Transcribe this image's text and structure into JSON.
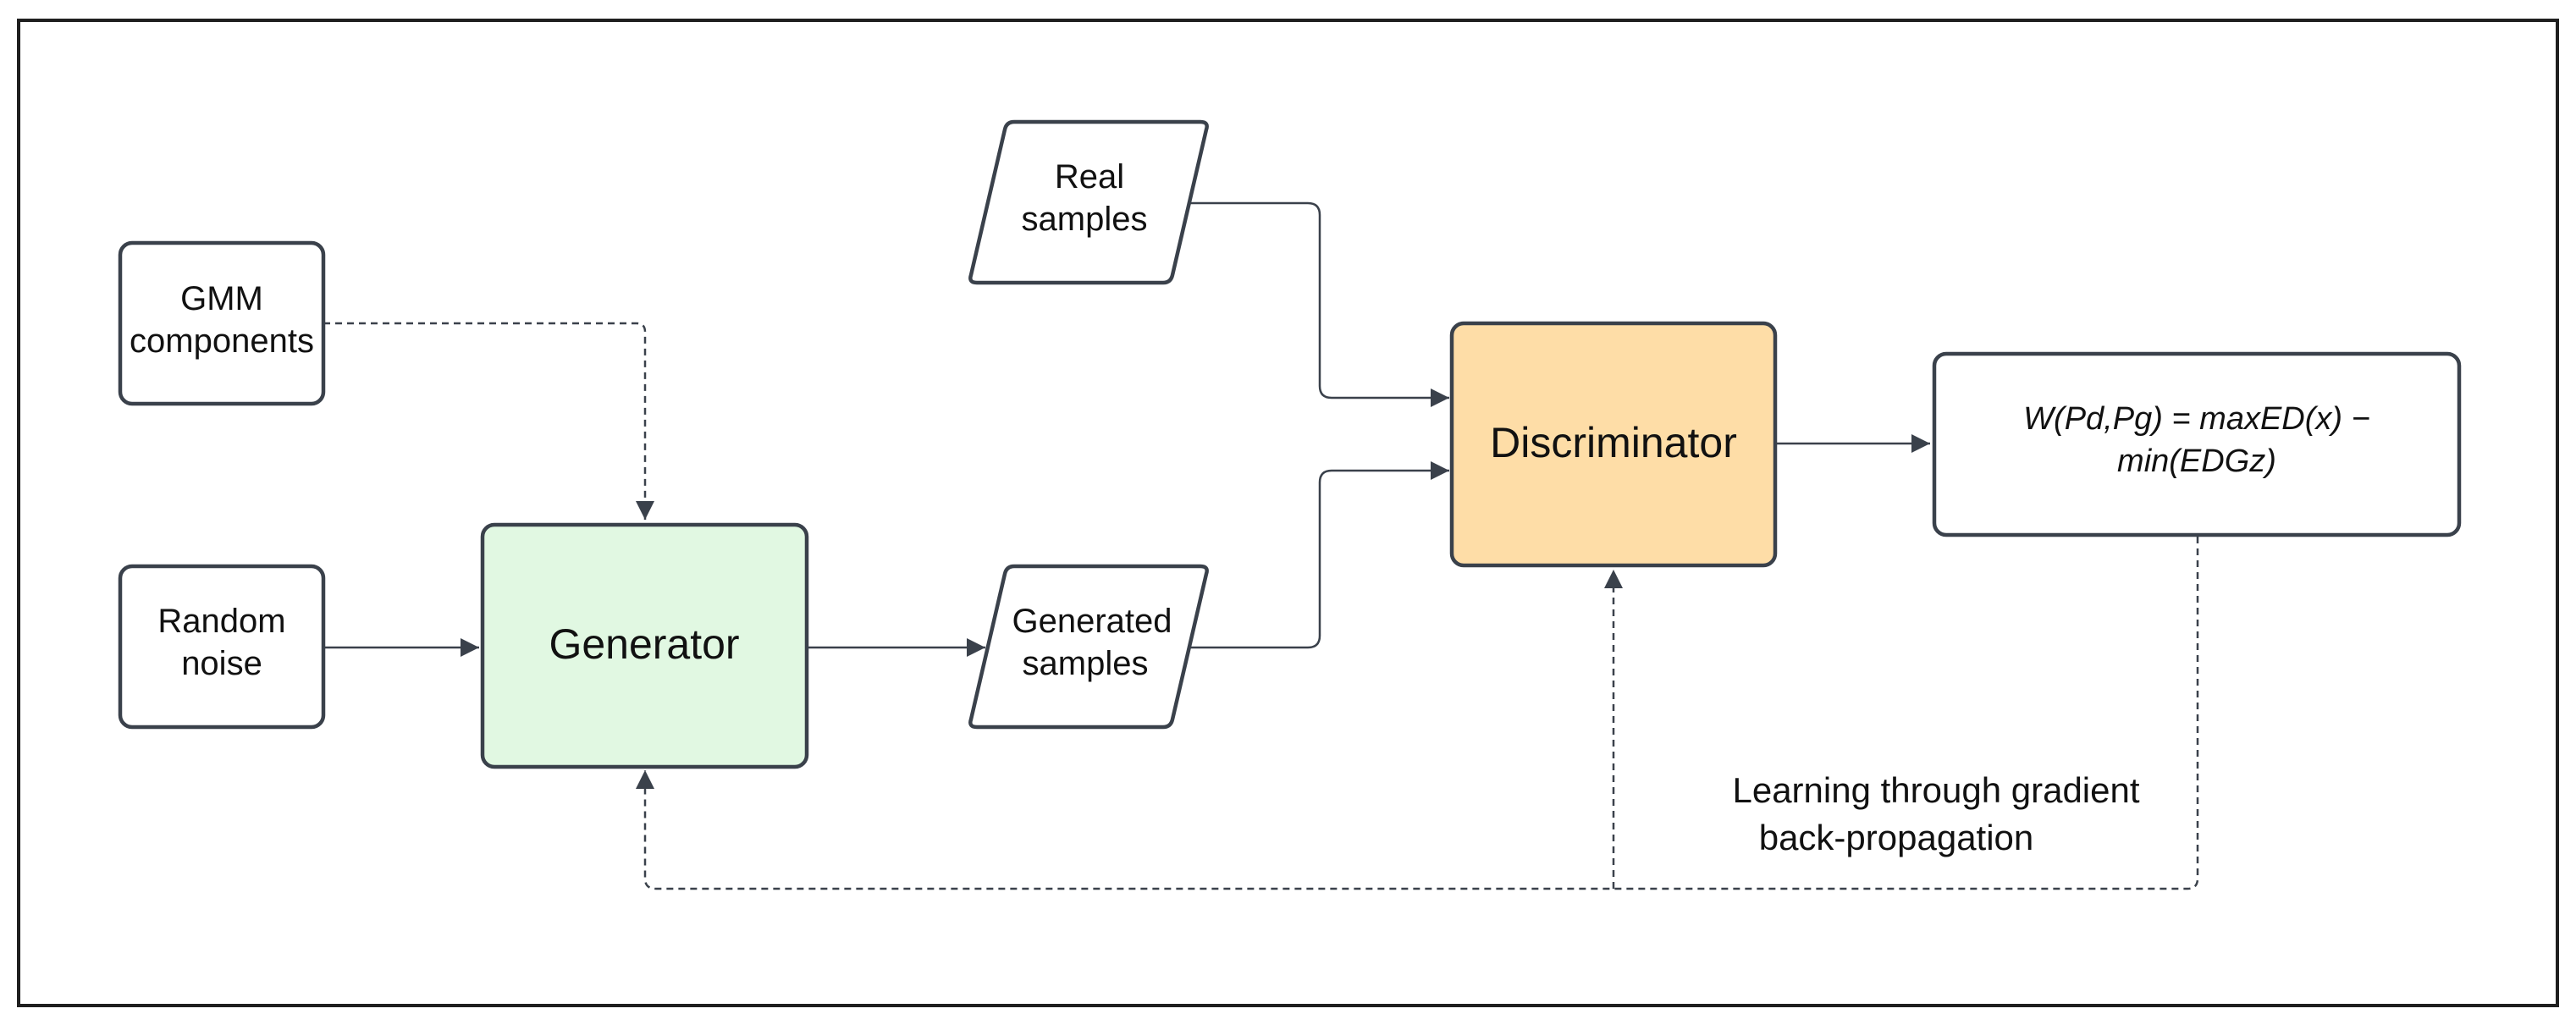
{
  "nodes": {
    "gmm": {
      "lines": [
        "GMM",
        "components"
      ]
    },
    "noise": {
      "lines": [
        "Random",
        "noise"
      ]
    },
    "generator": {
      "label": "Generator",
      "fill": "#e1f8e2"
    },
    "real": {
      "lines": [
        "Real",
        "samples"
      ]
    },
    "generated": {
      "lines": [
        "Generated",
        "samples"
      ]
    },
    "discriminator": {
      "label": "Discriminator",
      "fill": "#fedda7"
    },
    "formula": {
      "lines": [
        "W(Pd,Pg) = maxED(x) −",
        "min(EDGz)"
      ]
    }
  },
  "annotation": {
    "lines": [
      "Learning through gradient",
      "back-propagation"
    ]
  },
  "colors": {
    "stroke": "#3a414b",
    "frame": "#1f1f1f"
  }
}
